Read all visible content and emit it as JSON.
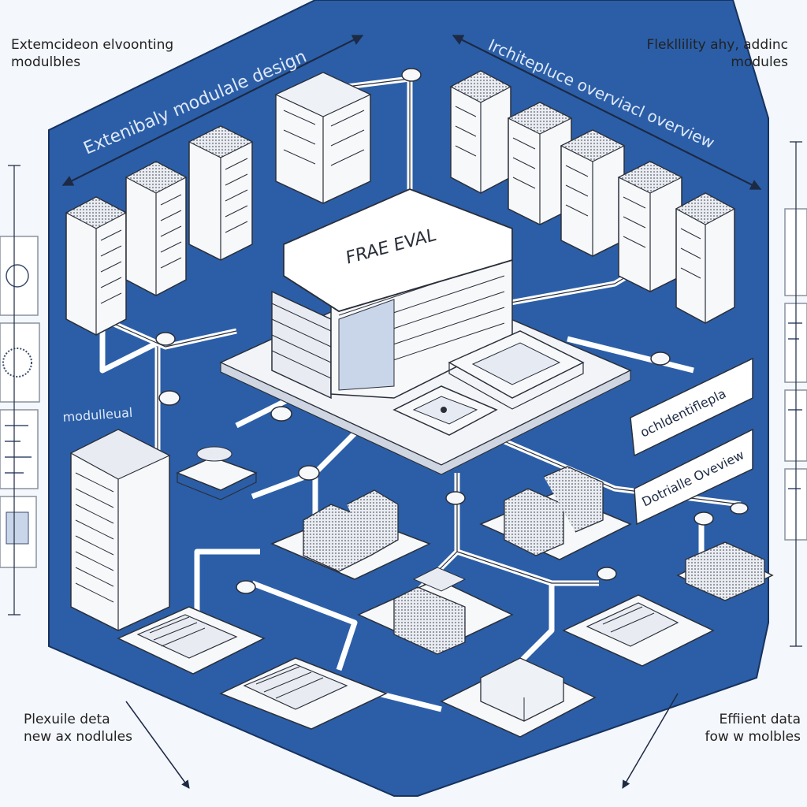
{
  "corners": {
    "top_left": [
      "Extemcideon elvoonting",
      "modulbles"
    ],
    "top_right": [
      "Flekllility ahy, addinc",
      "modules"
    ],
    "bottom_left": [
      "Plexuile deta",
      "new ax nodlules"
    ],
    "bottom_right": [
      "Effiient data",
      "fow w molbles"
    ]
  },
  "diagram": {
    "banner_left": "Extenibaly modulale design",
    "banner_right": "Irchitepluce overviacl overview",
    "hub_sign": "FRAE EVAL",
    "label_modular": "modulleual",
    "callout_1": "ochldentiflepla",
    "callout_2": "Dotrialle Oveview"
  },
  "colors": {
    "panel_blue": "#2b5ea7",
    "panel_dark": "#1f4a8a",
    "line": "#2a2f3a",
    "box_fill": "#f7f8fa",
    "box_shade": "#d9dee6"
  }
}
